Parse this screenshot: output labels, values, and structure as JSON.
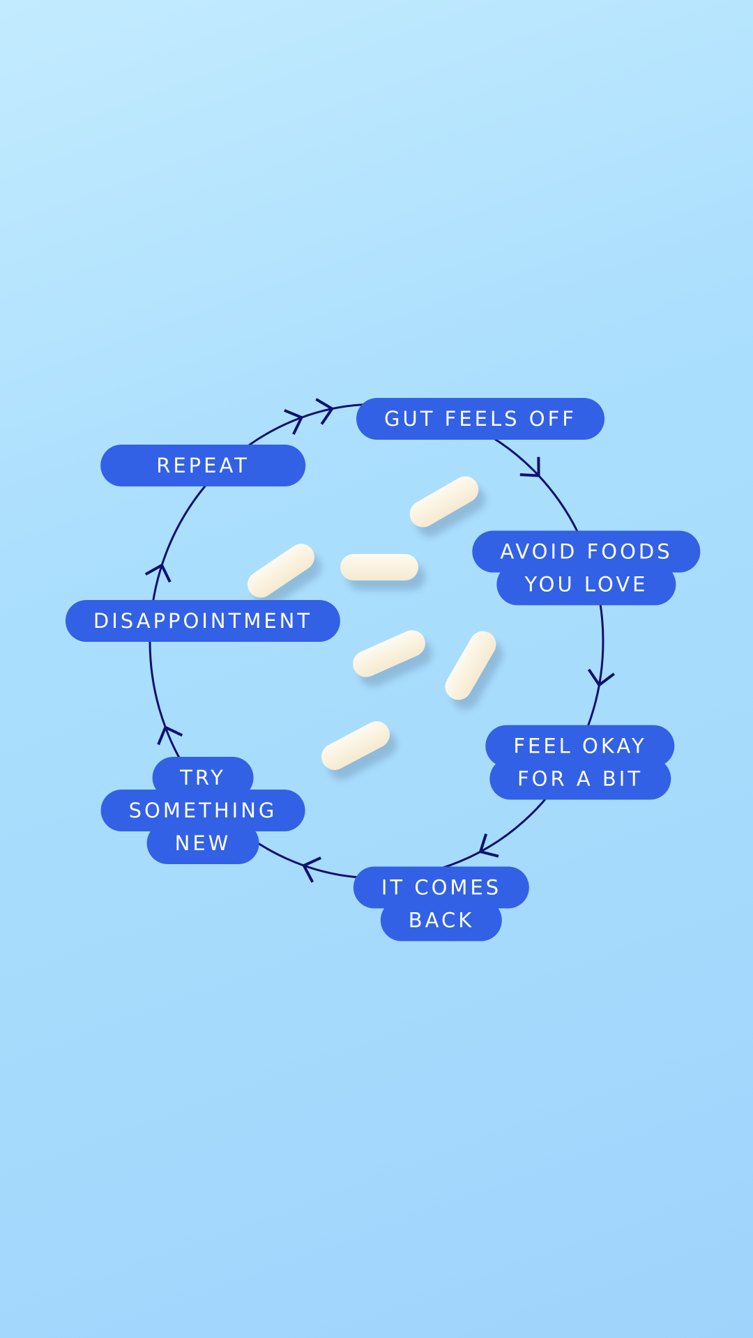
{
  "diagram": {
    "type": "cycle",
    "steps": [
      {
        "id": "gut",
        "lines": [
          "GUT FEELS OFF"
        ]
      },
      {
        "id": "avoid",
        "lines": [
          "AVOID FOODS",
          "YOU LOVE"
        ]
      },
      {
        "id": "okay",
        "lines": [
          "FEEL OKAY",
          "FOR A BIT"
        ]
      },
      {
        "id": "back",
        "lines": [
          "IT COMES",
          "BACK"
        ]
      },
      {
        "id": "try",
        "lines": [
          "TRY",
          "SOMETHING",
          "NEW"
        ]
      },
      {
        "id": "disappointment",
        "lines": [
          "DISAPPOINTMENT"
        ]
      },
      {
        "id": "repeat",
        "lines": [
          "REPEAT"
        ]
      }
    ],
    "direction": "clockwise"
  },
  "colors": {
    "background_top": "#c3ebff",
    "background_bottom": "#9fd3fb",
    "label_fill": "#3261e6",
    "label_text": "#ffffff",
    "cycle_stroke": "#0d1170",
    "capsule": "#fbf3df",
    "capsule_shadow": "#6f93b4"
  },
  "icons": {
    "arrow": "chevron-arrow-icon",
    "decoration": "capsule-pill-icon"
  }
}
